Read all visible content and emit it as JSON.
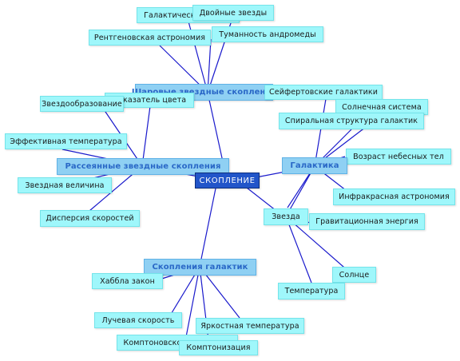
{
  "center": "СКОПЛЕНИЕ",
  "topics": {
    "globular": "Шаровые звездные скопления",
    "open": "Рассеянные звездные скопления",
    "galaxy": "Галактика",
    "star": "Звезда",
    "clusters": "Скопления галактик"
  },
  "leaves": {
    "galactic_center": "Галактический центр",
    "double_stars": "Двойные звезды",
    "xray_astronomy": "Рентгеновская астрономия",
    "andromeda": "Туманность андромеды",
    "color_index": "Показатель цвета",
    "star_formation": "Звездообразование",
    "eff_temp": "Эффективная температура",
    "magnitude": "Звездная величина",
    "velocity_dispersion": "Дисперсия скоростей",
    "seyfert": "Сейфертовские галактики",
    "solar_system": "Солнечная система",
    "spiral_structure": "Спиральная структура галактик",
    "age": "Возраст небесных тел",
    "infrared": "Инфракрасная астрономия",
    "grav_energy": "Гравитационная энергия",
    "sun": "Солнце",
    "temperature": "Температура",
    "hubble": "Хаббла закон",
    "radial_velocity": "Лучевая скорость",
    "brightness_temp": "Яркостная температура",
    "compton_scattering": "Комптоновское рассеяние",
    "comptonization": "Комптонизация"
  },
  "colors": {
    "line": "#1a1acc",
    "leaf_fill": "#9ff7fb",
    "topic_fill": "#8fd0f3",
    "topic_text": "#2a68c7",
    "center_fill": "#2255c9"
  }
}
